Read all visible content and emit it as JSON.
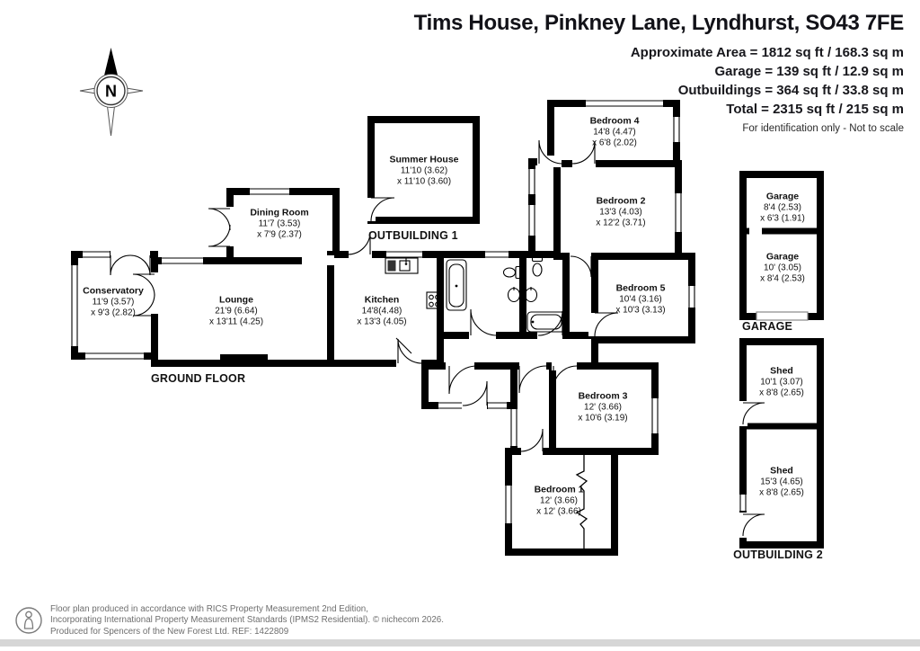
{
  "header": {
    "title": "Tims House, Pinkney Lane, Lyndhurst, SO43 7FE",
    "approx_area": "Approximate Area = 1812 sq ft / 168.3 sq m",
    "garage_area": "Garage = 139 sq ft / 12.9 sq m",
    "outbuildings_area": "Outbuildings = 364 sq ft / 33.8 sq m",
    "total_area": "Total = 2315 sq ft / 215 sq m",
    "disclaimer": "For identification only - Not to scale"
  },
  "compass": {
    "label": "N"
  },
  "section_labels": {
    "outbuilding1": "OUTBUILDING 1",
    "ground_floor": "GROUND FLOOR",
    "garage": "GARAGE",
    "outbuilding2": "OUTBUILDING 2"
  },
  "rooms": [
    {
      "name": "Summer House",
      "d1": "11'10 (3.62)",
      "d2": "x 11'10 (3.60)"
    },
    {
      "name": "Dining Room",
      "d1": "11'7 (3.53)",
      "d2": "x 7'9 (2.37)"
    },
    {
      "name": "Conservatory",
      "d1": "11'9 (3.57)",
      "d2": "x 9'3 (2.82)"
    },
    {
      "name": "Lounge",
      "d1": "21'9 (6.64)",
      "d2": "x 13'11 (4.25)"
    },
    {
      "name": "Kitchen",
      "d1": "14'8(4.48)",
      "d2": "x 13'3 (4.05)"
    },
    {
      "name": "Bedroom 4",
      "d1": "14'8 (4.47)",
      "d2": "x 6'8 (2.02)"
    },
    {
      "name": "Bedroom 2",
      "d1": "13'3 (4.03)",
      "d2": "x 12'2 (3.71)"
    },
    {
      "name": "Bedroom 5",
      "d1": "10'4 (3.16)",
      "d2": "x 10'3 (3.13)"
    },
    {
      "name": "Bedroom 3",
      "d1": "12' (3.66)",
      "d2": "x 10'6 (3.19)"
    },
    {
      "name": "Bedroom 1",
      "d1": "12' (3.66)",
      "d2": "x 12' (3.66)"
    },
    {
      "name": "Garage",
      "d1": "8'4 (2.53)",
      "d2": "x 6'3 (1.91)"
    },
    {
      "name": "Garage",
      "d1": "10' (3.05)",
      "d2": "x 8'4 (2.53)"
    },
    {
      "name": "Shed",
      "d1": "10'1 (3.07)",
      "d2": "x 8'8 (2.65)"
    },
    {
      "name": "Shed",
      "d1": "15'3 (4.65)",
      "d2": "x 8'8 (2.65)"
    }
  ],
  "footer": {
    "line1": "Floor plan produced in accordance with RICS Property Measurement 2nd Edition,",
    "line2": "Incorporating International Property Measurement Standards (IPMS2 Residential).  © nichecom 2026.",
    "line3": "Produced for Spencers of the New Forest Ltd.   REF: 1422809"
  },
  "colors": {
    "wall": "#000000",
    "text": "#141414",
    "footer_text": "#6e6e6e",
    "bottom_bar": "#d6d6d6"
  }
}
